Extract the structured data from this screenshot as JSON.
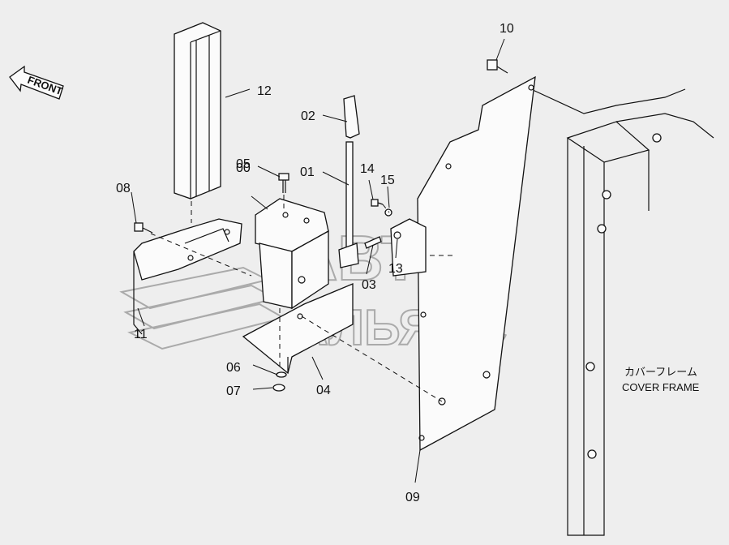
{
  "front_arrow": {
    "text": "FRONT"
  },
  "callouts": [
    {
      "id": "00",
      "text": "00"
    },
    {
      "id": "01",
      "text": "01"
    },
    {
      "id": "02",
      "text": "02"
    },
    {
      "id": "03",
      "text": "03"
    },
    {
      "id": "04",
      "text": "04"
    },
    {
      "id": "05",
      "text": "05"
    },
    {
      "id": "06",
      "text": "06"
    },
    {
      "id": "07",
      "text": "07"
    },
    {
      "id": "08",
      "text": "08"
    },
    {
      "id": "09",
      "text": "09"
    },
    {
      "id": "10",
      "text": "10"
    },
    {
      "id": "11",
      "text": "11"
    },
    {
      "id": "12",
      "text": "12"
    },
    {
      "id": "13",
      "text": "13"
    },
    {
      "id": "14",
      "text": "14"
    },
    {
      "id": "15",
      "text": "15"
    }
  ],
  "cover_frame": {
    "jp": "カバーフレーム",
    "en": "COVER FRAME"
  },
  "watermark": {
    "line1": "АВТО",
    "line2": "АЛЬЯНС"
  }
}
